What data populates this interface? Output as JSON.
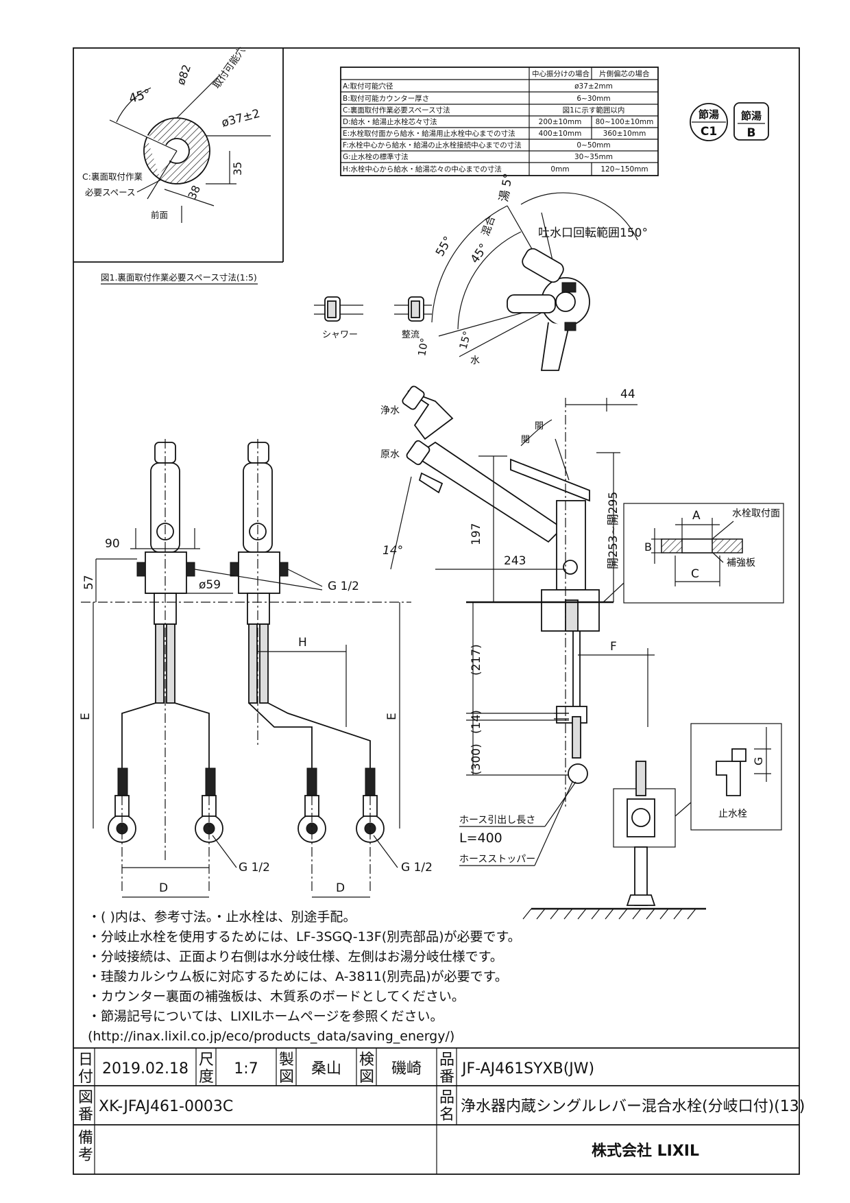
{
  "figure1": {
    "angle_45": "45°",
    "dia_82": "ø82",
    "mount_hole_label": "取付可能穴",
    "dia_37": "ø37±2",
    "dim_35": "35",
    "dim_38": "38",
    "c_space_line1": "C:裏面取付作業",
    "c_space_line2": "必要スペース",
    "front": "前面",
    "caption": "図1.裏面取付作業必要スペース寸法(1:5)"
  },
  "spec_table": {
    "col_headers": [
      "中心振分けの場合",
      "片側偏芯の場合"
    ],
    "rows": [
      {
        "label": "A:取付可能穴径",
        "values": [
          "ø37±2mm"
        ]
      },
      {
        "label": "B:取付可能カウンター厚さ",
        "values": [
          "6~30mm"
        ]
      },
      {
        "label": "C:裏面取付作業必要スペース寸法",
        "values": [
          "図1に示す範囲以内"
        ]
      },
      {
        "label": "D:給水・給湯止水栓芯々寸法",
        "values": [
          "200±10mm",
          "80~100±10mm"
        ]
      },
      {
        "label": "E:水栓取付面から給水・給湯用止水栓中心までの寸法",
        "values": [
          "400±10mm",
          "360±10mm"
        ]
      },
      {
        "label": "F:水栓中心から給水・給湯の止水栓接続中心までの寸法",
        "values": [
          "0~50mm"
        ]
      },
      {
        "label": "G:止水栓の標準寸法",
        "values": [
          "30~35mm"
        ]
      },
      {
        "label": "H:水栓中心から給水・給湯芯々の中心までの寸法",
        "values": [
          "0mm",
          "120~150mm"
        ]
      }
    ]
  },
  "badges": {
    "c1_top": "節湯",
    "c1_bottom": "C1",
    "b_top": "節湯",
    "b_bottom": "B"
  },
  "top_view": {
    "hot_5": "湯 5°",
    "mix": "混合",
    "rotation": "吐水口回転範囲150°",
    "ang_55": "55°",
    "ang_45": "45°",
    "ang_10": "10°",
    "ang_15": "15°",
    "water": "水",
    "shower": "シャワー",
    "straight": "整流"
  },
  "side_view": {
    "purified": "浄水",
    "raw": "原水",
    "open1": "開",
    "open2": "開",
    "dim_44": "44",
    "dim_197": "197",
    "dim_243": "243",
    "dim_253_295": "開253~開295",
    "ang_14": "14°",
    "dim_217": "(217)",
    "dim_14": "(14)",
    "dim_300": "(300)",
    "F": "F",
    "hose_len_label": "ホース引出し長さ",
    "hose_len": "L=400",
    "hose_stopper": "ホースストッパー"
  },
  "detail": {
    "A": "A",
    "B": "B",
    "C": "C",
    "mount_surface": "水栓取付面",
    "reinforce": "補強板",
    "G": "G",
    "stop_valve": "止水栓"
  },
  "front_view": {
    "dim_90": "90",
    "dim_57": "57",
    "dia_59": "ø59",
    "g12_top": "G 1/2",
    "H": "H",
    "E_left": "E",
    "E_right": "E",
    "g12_left": "G 1/2",
    "g12_right": "G 1/2",
    "D_left": "D",
    "D_right": "D"
  },
  "notes": [
    "・(  )内は、参考寸法。・止水栓は、別途手配。",
    "・分岐止水栓を使用するためには、LF-3SGQ-13F(別売部品)が必要です。",
    "・分岐接続は、正面より右側は水分岐仕様、左側はお湯分岐仕様です。",
    "・珪酸カルシウム板に対応するためには、A-3811(別売品)が必要です。",
    "・カウンター裏面の補強板は、木質系のボードとしてください。",
    "・節湯記号については、LIXILホームページを参照ください。",
    "(http://inax.lixil.co.jp/eco/products_data/saving_energy/)"
  ],
  "title_block": {
    "date_label": "日付",
    "date": "2019.02.18",
    "scale_label": "尺度",
    "scale": "1:7",
    "drawn_label": "製図",
    "drawn": "桑山",
    "checked_label": "検図",
    "checked": "磯崎",
    "part_no_label": "品番",
    "part_no": "JF-AJ461SYXB(JW)",
    "drawing_no_label": "図番",
    "drawing_no": "XK-JFAJ461-0003C",
    "product_name_label": "品名",
    "product_name": "浄水器内蔵シングルレバー混合水栓(分岐口付)(13)",
    "remarks_label": "備考",
    "company": "株式会社 LIXIL"
  }
}
